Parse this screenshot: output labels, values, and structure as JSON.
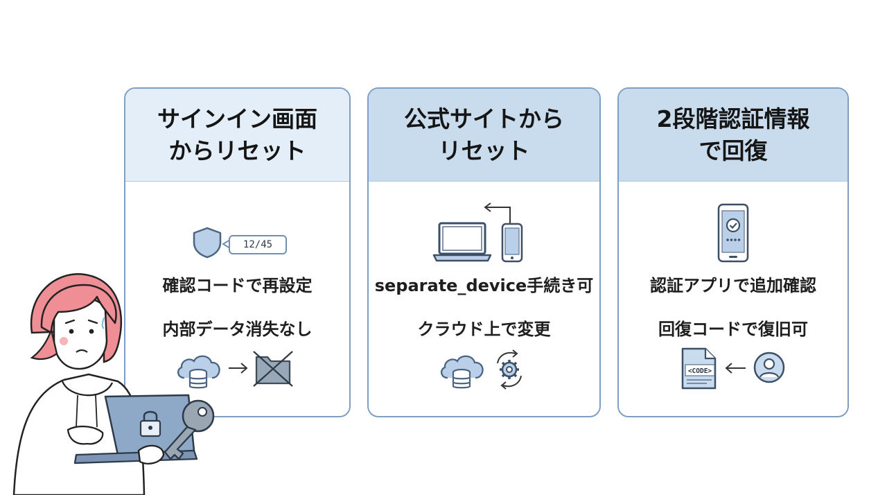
{
  "cards": [
    {
      "title": "サインイン画面\nからリセット",
      "items": [
        "確認コードで再設定",
        "内部データ消失なし"
      ],
      "code_chip": "12/45",
      "header_color": "#e3eef8"
    },
    {
      "title": "公式サイトから\nリセット",
      "items": [
        "separate_device手続き可",
        "クラウド上で変更"
      ],
      "header_color": "#c9dcee"
    },
    {
      "title": "2段階認証情報\nで回復",
      "items": [
        "認証アプリで追加確認",
        "回復コードで復旧可"
      ],
      "code_label": "<CODE>",
      "header_color": "#c9dcee"
    }
  ],
  "colors": {
    "border": "#7f9fc2",
    "icon_stroke": "#4b6482",
    "icon_fill": "#b9d0e8",
    "hair": "#ef8f95"
  },
  "icons": [
    "shield-icon",
    "laptop-icon",
    "phone-icon",
    "cloud-database-icon",
    "broken-folder-icon",
    "sync-gear-icon",
    "code-file-icon",
    "user-icon",
    "lock-icon",
    "key-icon"
  ]
}
